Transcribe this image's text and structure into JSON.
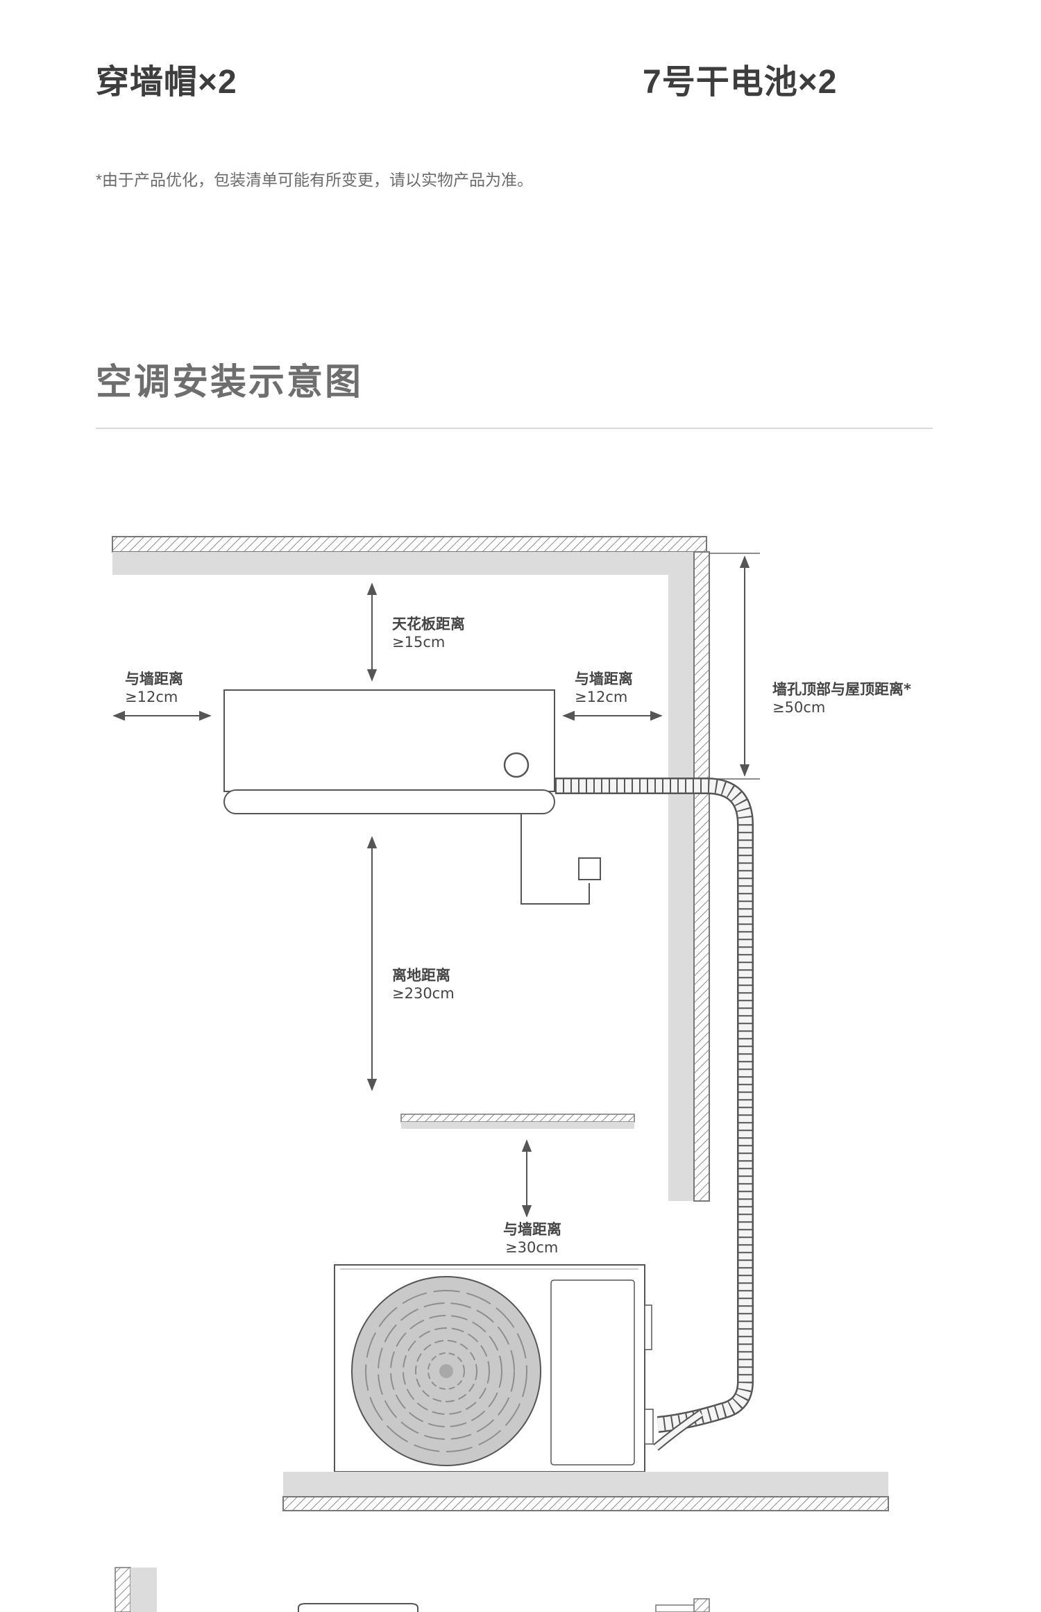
{
  "accessories": [
    {
      "label": "穿墙帽×2"
    },
    {
      "label": "7号干电池×2"
    }
  ],
  "note": "*由于产品优化，包装清单可能有所变更，请以实物产品为准。",
  "section": {
    "title": "空调安装示意图"
  },
  "diagram": {
    "ceiling": {
      "label": "天花板距离",
      "value": "≥15cm"
    },
    "left_wall": {
      "label": "与墙距离",
      "value": "≥12cm"
    },
    "right_wall": {
      "label": "与墙距离",
      "value": "≥12cm"
    },
    "roof": {
      "label": "墙孔顶部与屋顶距离*",
      "value": "≥50cm"
    },
    "floor": {
      "label": "离地距离",
      "value": "≥230cm"
    },
    "outdoor": {
      "label": "与墙距离",
      "value": "≥30cm"
    }
  },
  "colors": {
    "hatch": "#888888",
    "shade": "#dddddd",
    "line": "#555555"
  }
}
